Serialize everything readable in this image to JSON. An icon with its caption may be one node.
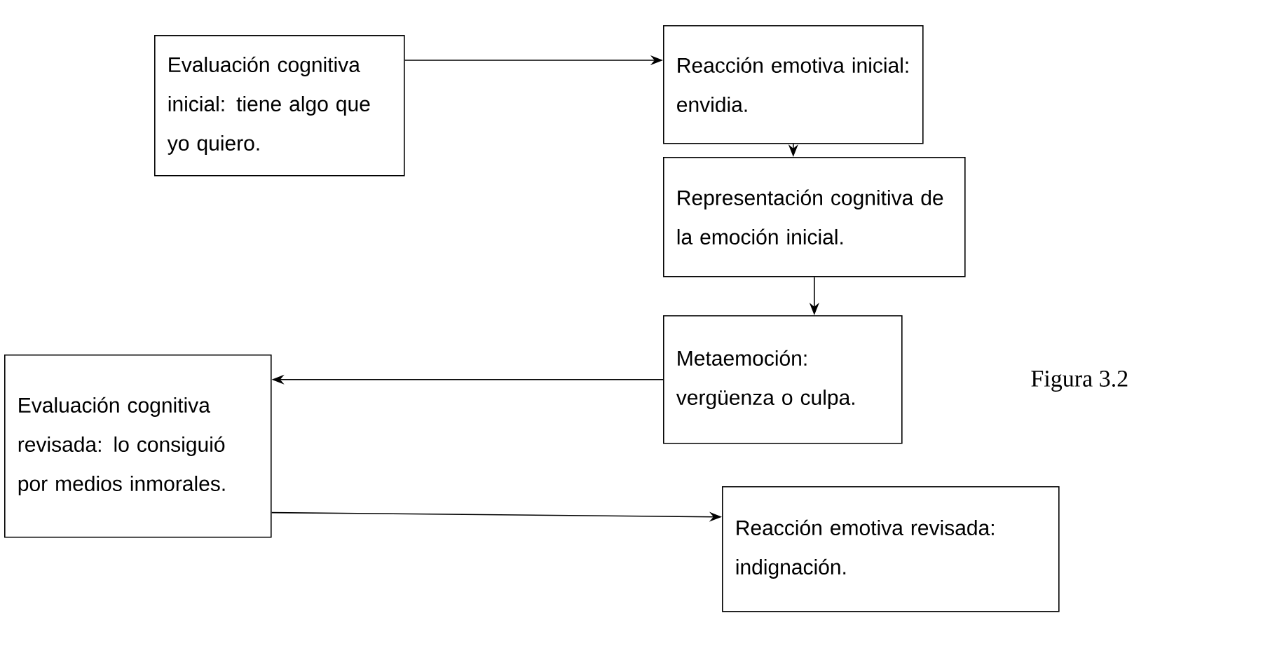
{
  "diagram": {
    "caption": "Figura 3.2",
    "nodes": [
      {
        "text": [
          "Evaluación cognitiva inicial: tiene algo que yo quiero."
        ]
      },
      {
        "text": [
          "Reacción emotiva inicial: envidia."
        ]
      },
      {
        "text": [
          "Representación cognitiva de la emoción inicial."
        ]
      },
      {
        "text": [
          "Metaemoción: vergüenza o culpa."
        ]
      },
      {
        "text": [
          "Evaluación cognitiva revisada: lo consiguió por medios inmorales."
        ]
      },
      {
        "text": [
          "Reacción emotiva revisada: indignación."
        ]
      }
    ],
    "edges": [
      {
        "from": 0,
        "to": 1,
        "arrow": "to"
      },
      {
        "from": 1,
        "to": 2,
        "arrow": "to"
      },
      {
        "from": 2,
        "to": 3,
        "arrow": "to"
      },
      {
        "from": 3,
        "to": 4,
        "arrow": "to"
      },
      {
        "from": 4,
        "to": 5,
        "arrow": "to"
      }
    ]
  }
}
